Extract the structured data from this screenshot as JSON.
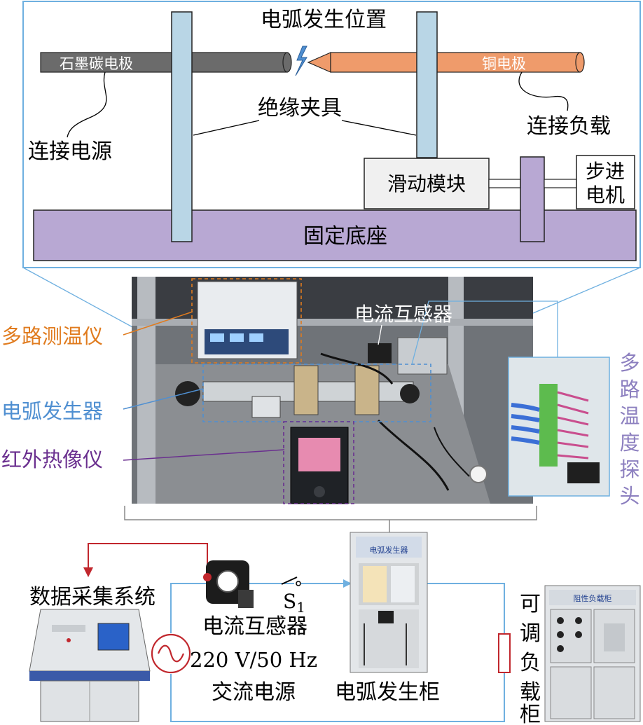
{
  "colors": {
    "frame": "#6fb0e0",
    "rod_graphite": "#6b6b6b",
    "rod_copper": "#ef9b6b",
    "post": "#b9d6e6",
    "base": "#b8a8d3",
    "orange_label": "#e07b1e",
    "blue_label": "#4f8fd1",
    "purple_label": "#6a2f8f",
    "probe_label": "#8c7fbf",
    "red_wire": "#c1272d",
    "photo_dark": "#3a3d42",
    "cabinet": "#d9dde2"
  },
  "top": {
    "arc_position": "电弧发生位置",
    "graphite_electrode": "石墨碳电极",
    "copper_electrode": "铜电极",
    "connect_power": "连接电源",
    "connect_load": "连接负载",
    "insulating_fixture": "绝缘夹具",
    "sliding_module": "滑动模块",
    "stepper_motor_line1": "步进",
    "stepper_motor_line2": "电机",
    "fixed_base": "固定底座"
  },
  "photo": {
    "thermometer": "多路测温仪",
    "arc_generator": "电弧发生器",
    "thermal_imager": "红外热像仪",
    "current_transformer": "电流互感器",
    "probe_chars": [
      "多",
      "路",
      "温",
      "度",
      "探",
      "头"
    ]
  },
  "bottom": {
    "daq_system": "数据采集系统",
    "current_transformer": "电流互感器",
    "voltage": "220 V/50 Hz",
    "ac_source": "交流电源",
    "switch_label": "S",
    "switch_sub": "1",
    "arc_cabinet": "电弧发生柜",
    "arc_cabinet_sign": "电弧发生器",
    "load_cabinet_chars": [
      "可",
      "调",
      "负",
      "载",
      "柜"
    ],
    "load_cabinet_sign": "阻性负载柜"
  }
}
